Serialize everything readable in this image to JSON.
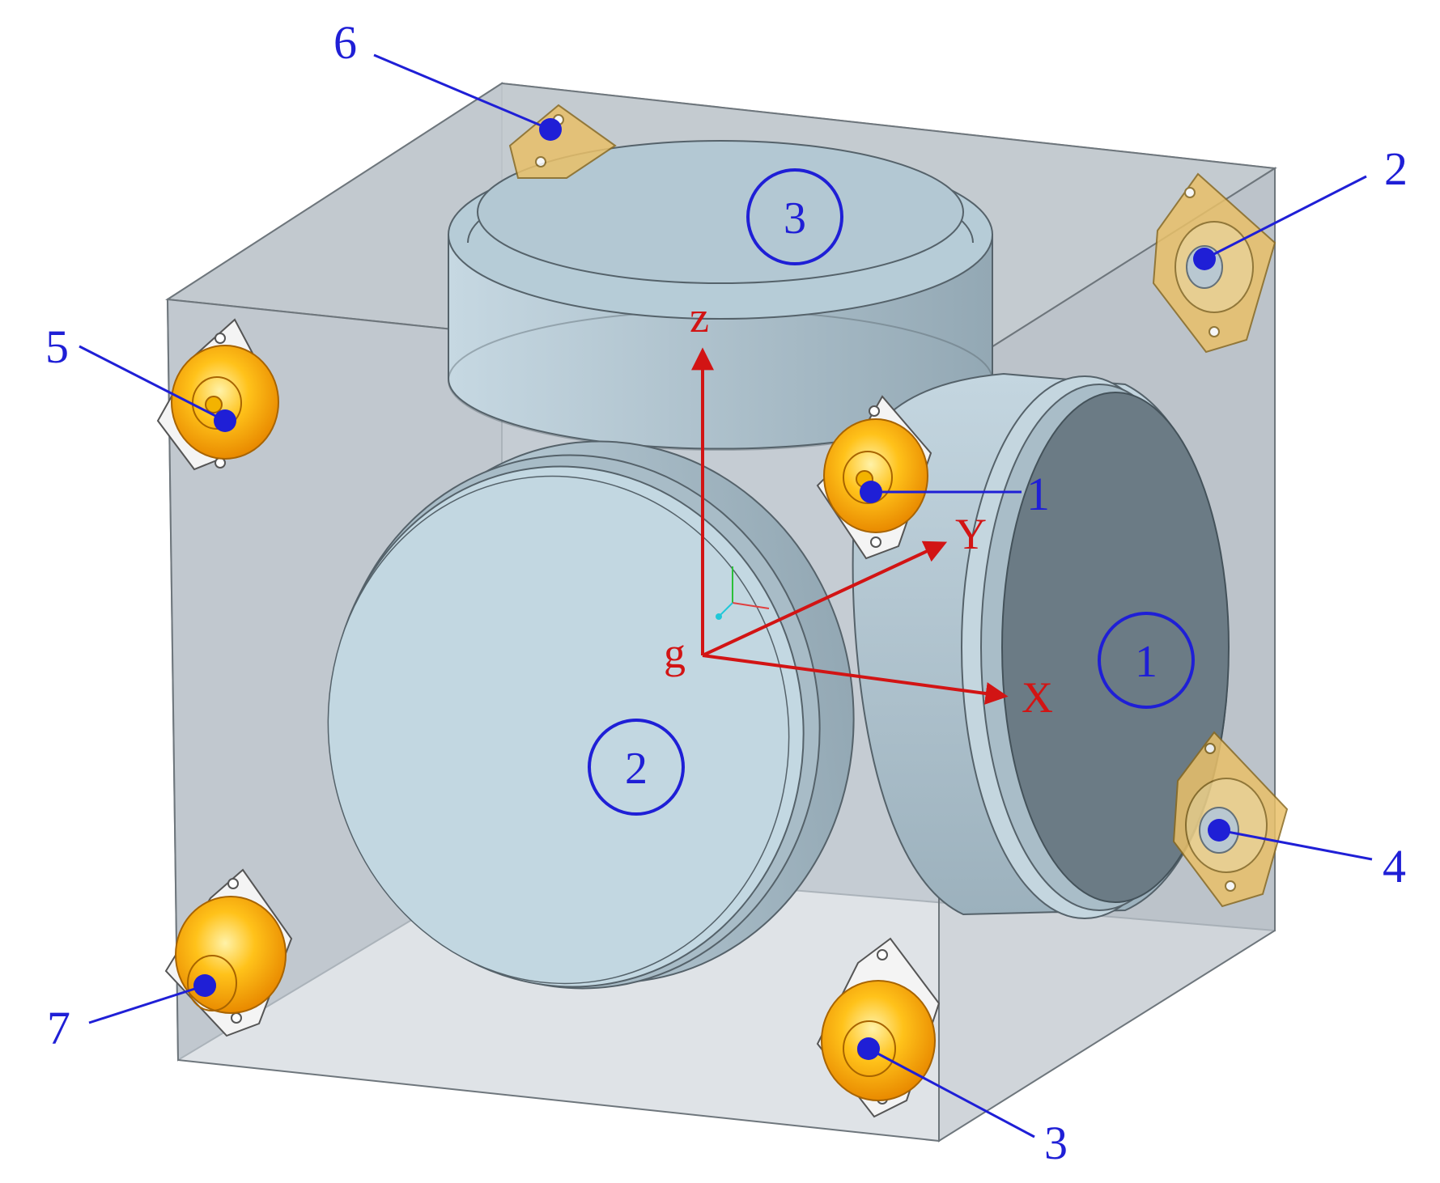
{
  "figure": {
    "callouts": [
      {
        "id": "mount-1",
        "label": "1"
      },
      {
        "id": "mount-2",
        "label": "2"
      },
      {
        "id": "mount-3",
        "label": "3"
      },
      {
        "id": "mount-4",
        "label": "4"
      },
      {
        "id": "mount-5",
        "label": "5"
      },
      {
        "id": "mount-6",
        "label": "6"
      },
      {
        "id": "mount-7",
        "label": "7"
      }
    ],
    "wheels": [
      {
        "id": "wheel-1",
        "label": "1"
      },
      {
        "id": "wheel-2",
        "label": "2"
      },
      {
        "id": "wheel-3",
        "label": "3"
      }
    ],
    "axes": {
      "origin": "g",
      "x": "X",
      "y": "Y",
      "z": "z"
    },
    "colors": {
      "callout": "#1f1fd6",
      "axis": "#d21414",
      "box": "#b9c3cc",
      "wheel": "#b7cdd8",
      "mount": "#f0a818"
    }
  }
}
